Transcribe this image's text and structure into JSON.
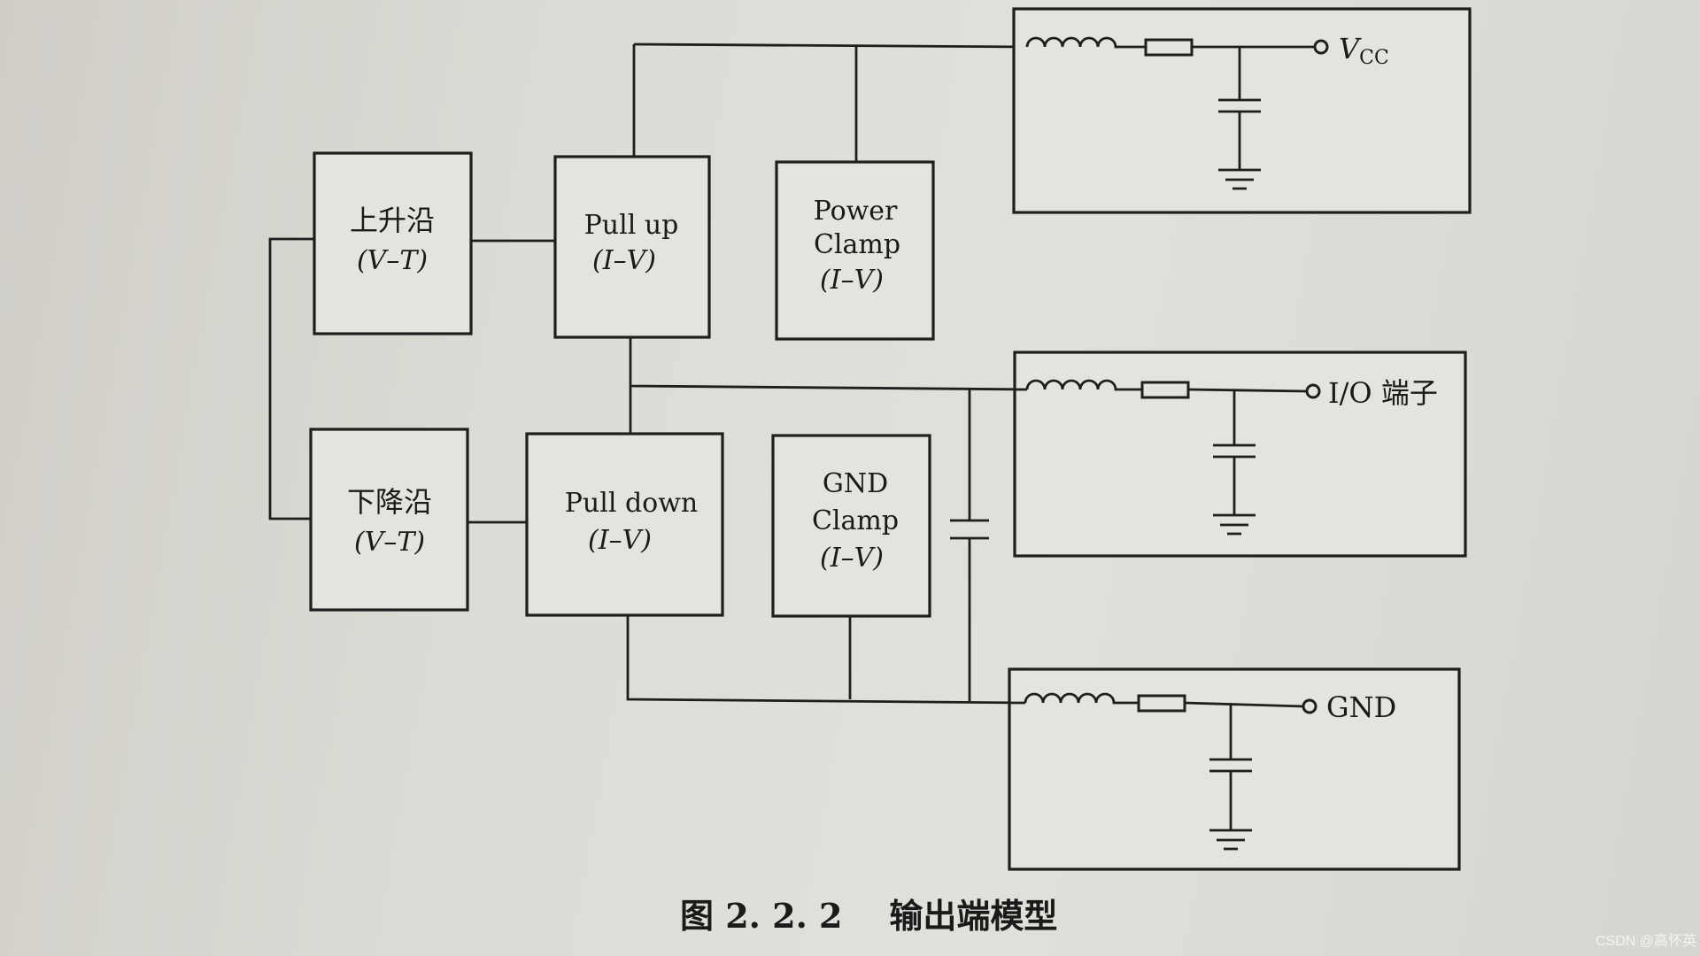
{
  "blocks": {
    "rise": {
      "line1": "上升沿",
      "line2": "(V–T)"
    },
    "fall": {
      "line1": "下降沿",
      "line2": "(V–T)"
    },
    "pullup": {
      "line1": "Pull up",
      "line2": "(I–V)"
    },
    "pulldown": {
      "line1": "Pull down",
      "line2": "(I–V)"
    },
    "power_clamp": {
      "line1": "Power",
      "line2": "Clamp",
      "line3": "(I–V)"
    },
    "gnd_clamp": {
      "line1": "GND",
      "line2": "Clamp",
      "line3": "(I–V)"
    }
  },
  "terminals": {
    "vcc": {
      "main": "V",
      "sub": "CC"
    },
    "io": "I/O 端子",
    "gnd": "GND"
  },
  "caption": "图 2. 2. 2    输出端模型",
  "watermark": "CSDN @高怀英"
}
